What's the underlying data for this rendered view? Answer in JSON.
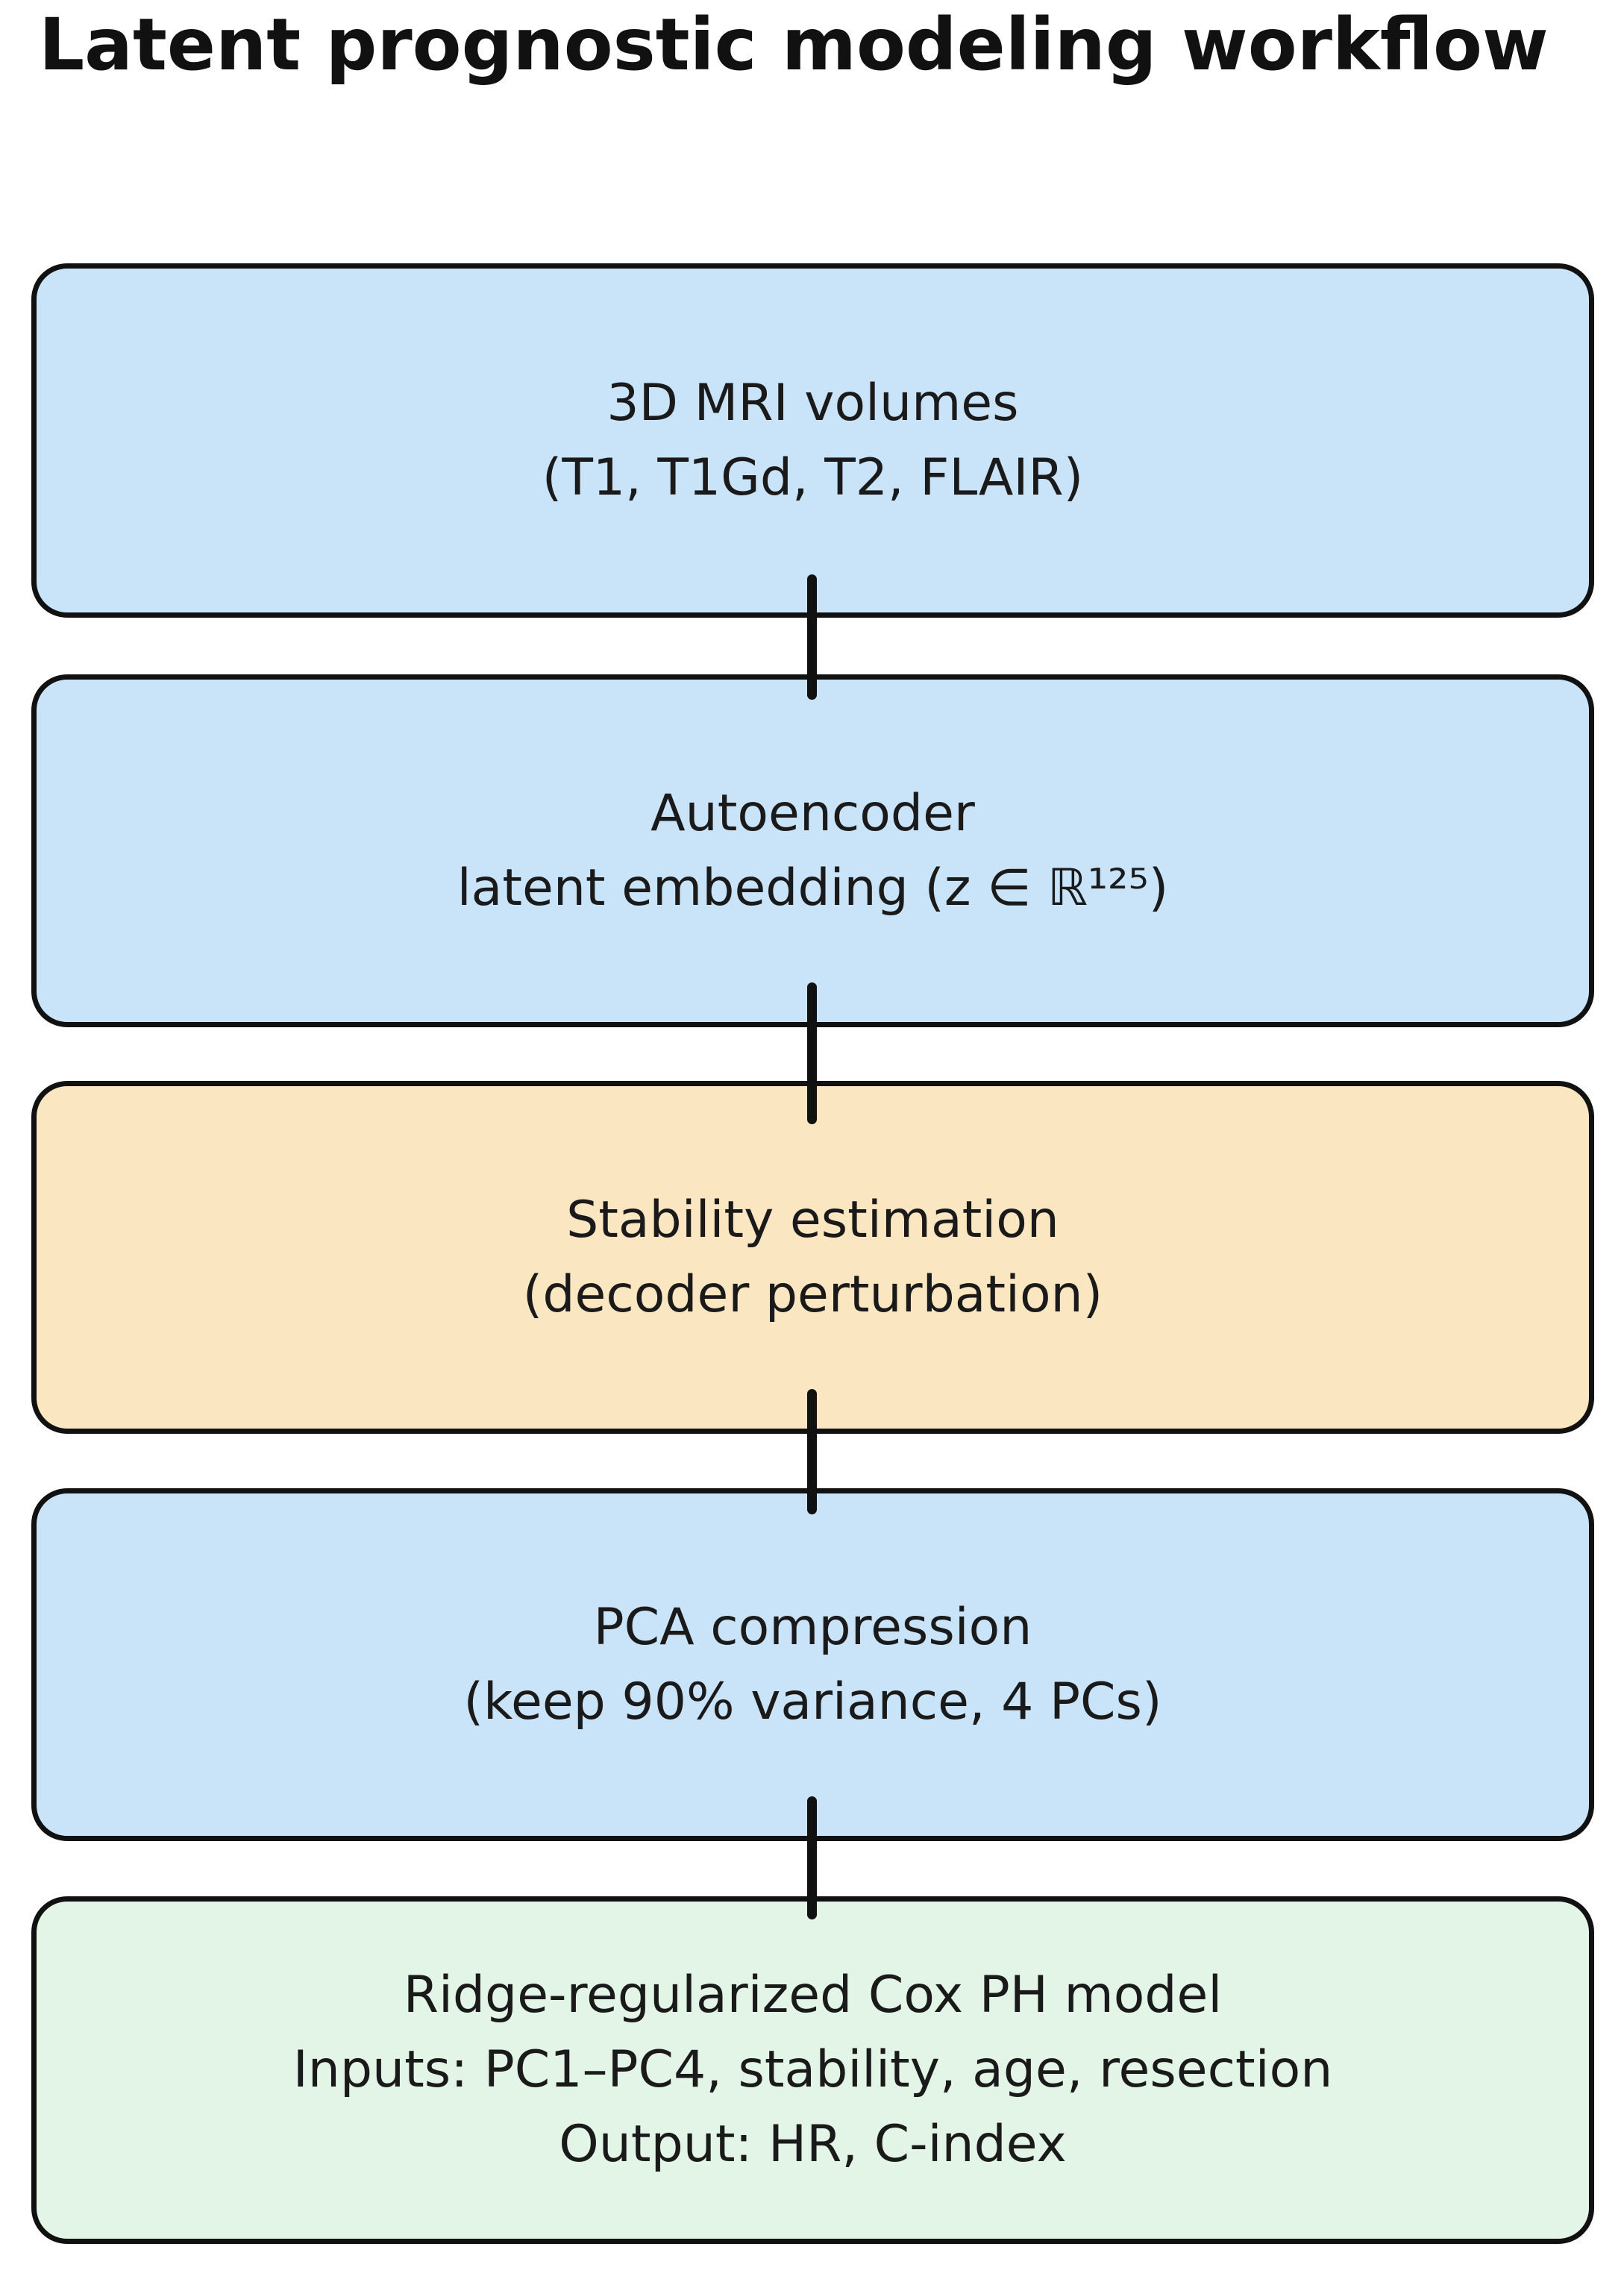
{
  "title": "Latent prognostic modeling workflow",
  "colors": {
    "box_blue": "#c9e3f9",
    "box_orange": "#fae6c1",
    "box_green": "#e2f5e6",
    "border": "#111111",
    "connector": "#111111",
    "text": "#1a1a1a",
    "background": "#ffffff"
  },
  "workflow": {
    "nodes": [
      {
        "id": "mri-volumes",
        "fill": "blue",
        "lines": [
          "3D MRI volumes",
          "(T1, T1Gd, T2, FLAIR)"
        ]
      },
      {
        "id": "autoencoder",
        "fill": "blue",
        "lines": [
          "Autoencoder",
          "latent embedding (z ∈ ℝ¹²⁵)"
        ]
      },
      {
        "id": "stability-estimation",
        "fill": "orange",
        "lines": [
          "Stability estimation",
          "(decoder perturbation)"
        ]
      },
      {
        "id": "pca-compression",
        "fill": "blue",
        "lines": [
          "PCA compression",
          "(keep 90% variance, 4 PCs)"
        ]
      },
      {
        "id": "cox-model",
        "fill": "green",
        "lines": [
          "Ridge-regularized Cox PH model",
          "Inputs: PC1–PC4, stability, age, resection",
          "Output: HR, C-index"
        ]
      }
    ]
  }
}
